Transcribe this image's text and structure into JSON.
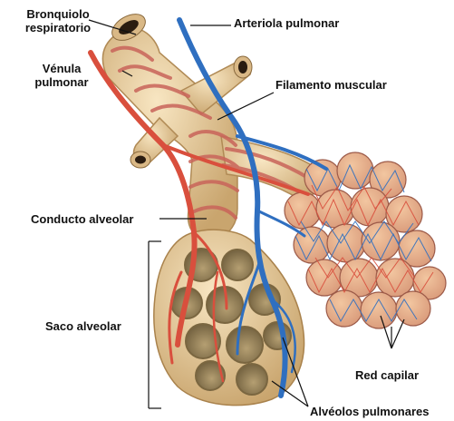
{
  "labels": {
    "bronquiolo_line1": "Bronquiolo",
    "bronquiolo_line2": "respiratorio",
    "arteriola": "Arteriola pulmonar",
    "venula_line1": "Vénula",
    "venula_line2": "pulmonar",
    "filamento": "Filamento muscular",
    "conducto": "Conducto alveolar",
    "saco": "Saco alveolar",
    "red_capilar": "Red capilar",
    "alveolos": "Alvéolos pulmonares"
  },
  "colors": {
    "tissue": "#e8cfa0",
    "tissue_dark": "#c9a56e",
    "muscle": "#c9645a",
    "artery": "#2f6fc0",
    "vein": "#d94f3d",
    "cavity": "#9c8a63",
    "label_text": "#111111"
  }
}
